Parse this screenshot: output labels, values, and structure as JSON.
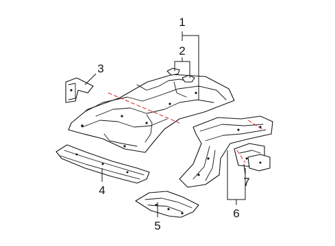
{
  "diagram": {
    "callouts": {
      "c1": "1",
      "c2": "2",
      "c3": "3",
      "c4": "4",
      "c5": "5",
      "c6": "6",
      "c7": "7"
    },
    "colors": {
      "line": "#111111",
      "cut_line": "#d81e1e",
      "background": "#ffffff"
    }
  }
}
